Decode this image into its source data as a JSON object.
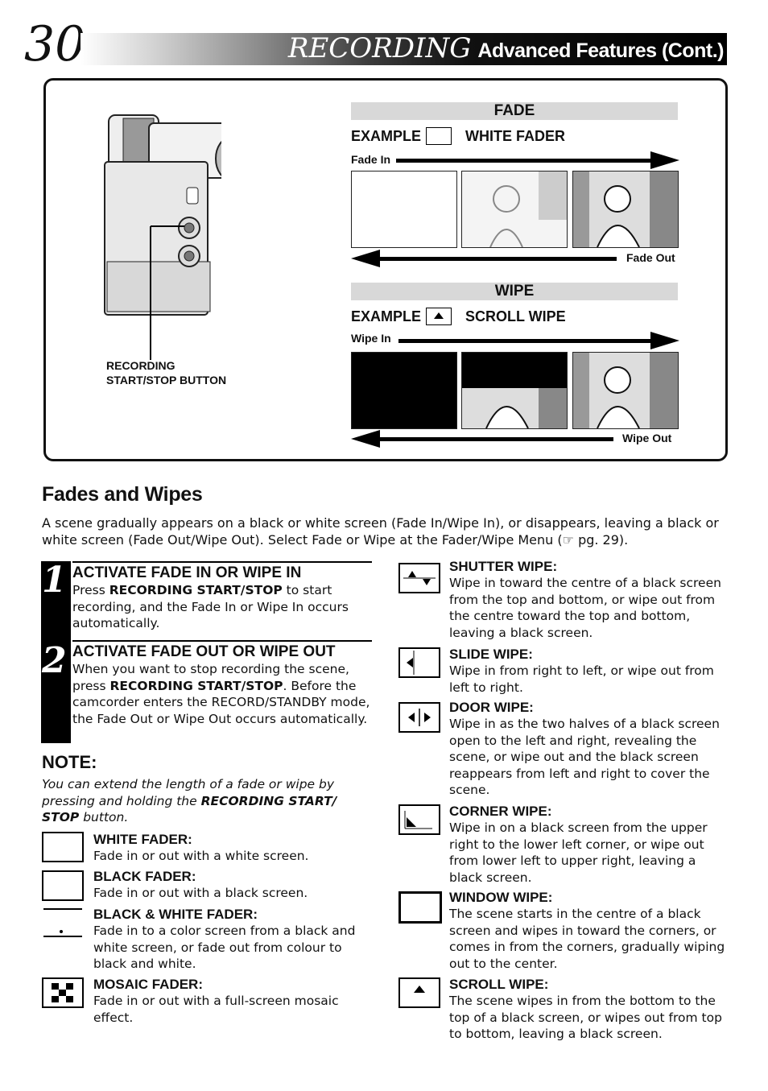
{
  "header": {
    "page_number": "30",
    "title": "RECORDING",
    "subtitle": "Advanced Features (Cont.)"
  },
  "illustration": {
    "button_label_line1": "RECORDING",
    "button_label_line2": "START/STOP BUTTON",
    "fade": {
      "heading": "FADE",
      "example_label": "EXAMPLE",
      "example_name": "WHITE FADER",
      "in_label": "Fade In",
      "out_label": "Fade Out"
    },
    "wipe": {
      "heading": "WIPE",
      "example_label": "EXAMPLE",
      "example_name": "SCROLL WIPE",
      "in_label": "Wipe In",
      "out_label": "Wipe Out"
    }
  },
  "section": {
    "title": "Fades and Wipes",
    "intro": "A scene gradually appears on a black or white screen (Fade In/Wipe In), or disappears, leaving a black or white screen (Fade Out/Wipe Out). Select Fade or Wipe at the Fader/Wipe Menu (☞ pg. 29)."
  },
  "steps": [
    {
      "number": "1",
      "heading": "ACTIVATE FADE IN OR WIPE IN",
      "pre": "Press ",
      "bold": "RECORDING START/STOP",
      "post": " to start recording, and the Fade In or Wipe In occurs automatically."
    },
    {
      "number": "2",
      "heading": "ACTIVATE FADE OUT OR WIPE OUT",
      "pre": "When you want to stop recording the scene, press ",
      "bold": "RECORDING START/STOP",
      "post": ". Before the camcorder enters the RECORD/STANDBY mode, the Fade Out or Wipe Out occurs automatically."
    }
  ],
  "note": {
    "heading": "NOTE:",
    "pre": "You can extend the length of a fade or wipe by pressing and holding the ",
    "bold": "RECORDING START/ STOP",
    "post": " button."
  },
  "faders": [
    {
      "icon": "white-fader-icon",
      "title": "WHITE FADER:",
      "desc": "Fade in or out with a white screen."
    },
    {
      "icon": "black-fader-icon",
      "title": "BLACK FADER:",
      "desc": "Fade in or out with a black screen."
    },
    {
      "icon": "black-white-fader-icon",
      "title": "BLACK & WHITE FADER:",
      "desc": "Fade in to a color screen from a black and white screen, or fade out from colour to black and white."
    },
    {
      "icon": "mosaic-fader-icon",
      "title": "MOSAIC FADER:",
      "desc": "Fade in or out with a full-screen mosaic effect."
    }
  ],
  "wipes": [
    {
      "icon": "shutter-wipe-icon",
      "title": "SHUTTER WIPE:",
      "desc": "Wipe in toward the centre of a black screen from the top and bottom, or wipe out from the centre toward the top and bottom, leaving a black screen."
    },
    {
      "icon": "slide-wipe-icon",
      "title": "SLIDE WIPE:",
      "desc": "Wipe in from right to left, or wipe out from left to right."
    },
    {
      "icon": "door-wipe-icon",
      "title": "DOOR WIPE:",
      "desc": "Wipe in as the two halves of a black screen open to the left and right, revealing the scene, or wipe out and the black screen reappears from left and right to cover the scene."
    },
    {
      "icon": "corner-wipe-icon",
      "title": "CORNER WIPE:",
      "desc": "Wipe in on a black screen from the upper right to the lower left corner, or wipe out from lower left to upper right, leaving a black screen."
    },
    {
      "icon": "window-wipe-icon",
      "title": "WINDOW WIPE:",
      "desc": "The scene starts in the centre of a black screen and wipes in toward the corners, or comes in from the corners, gradually wiping out to the center."
    },
    {
      "icon": "scroll-wipe-icon",
      "title": "SCROLL WIPE:",
      "desc": "The scene wipes in from the bottom to the top of a black screen, or wipes out from top to bottom, leaving a black screen."
    }
  ]
}
